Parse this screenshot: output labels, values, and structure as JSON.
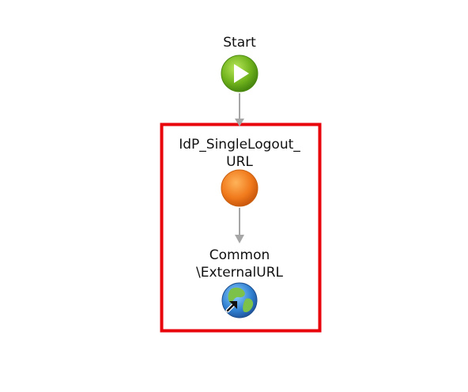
{
  "nodes": {
    "start": {
      "label": "Start",
      "icon": "start-play-icon"
    },
    "logout_url": {
      "label": "IdP_SingleLogout_\nURL",
      "icon": "orange-circle-icon"
    },
    "external_url": {
      "label": "Common\n\\ExternalURL",
      "icon": "globe-link-icon"
    }
  },
  "colors": {
    "highlight_border": "#e8000a",
    "connector": "#a6a6a6",
    "start_green": "#6fb21c",
    "node_orange": "#f07a1c"
  }
}
